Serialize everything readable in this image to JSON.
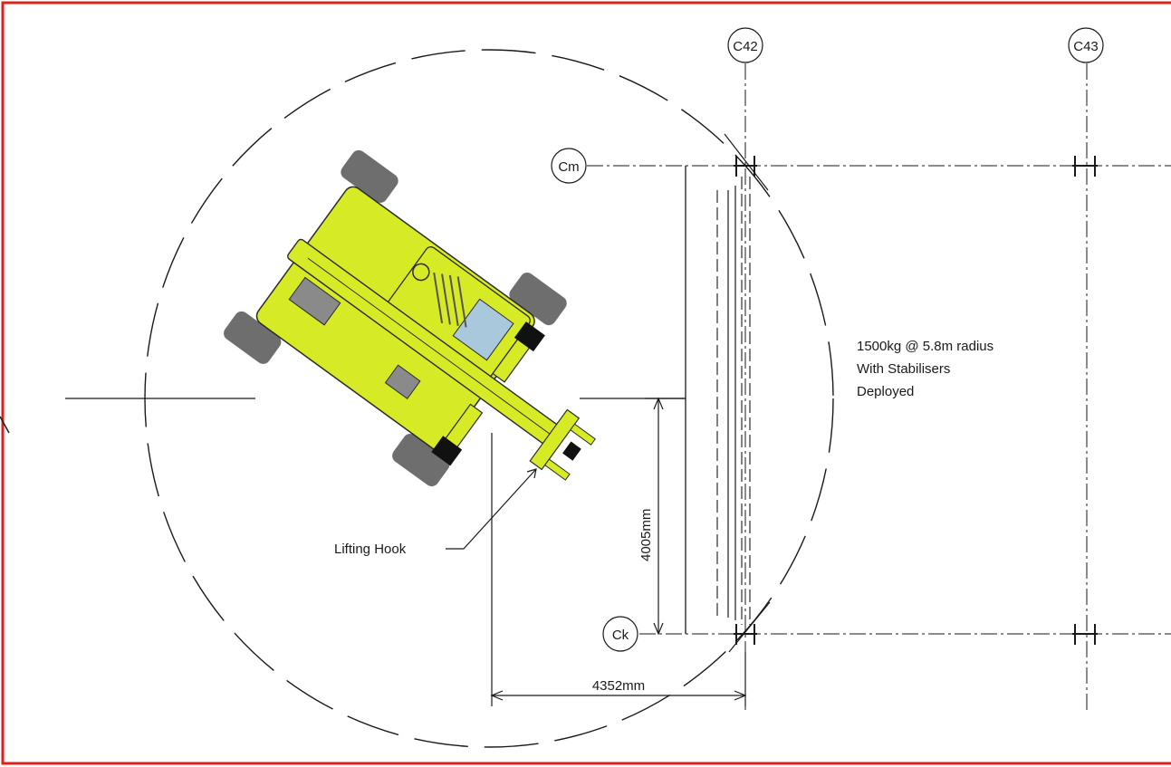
{
  "grid": {
    "columns": [
      "C42",
      "C43"
    ],
    "rows": [
      "Cm",
      "Ck"
    ]
  },
  "dimensions": {
    "vertical": "4005mm",
    "horizontal": "4352mm"
  },
  "capacity_note": {
    "line1": "1500kg @ 5.8m radius",
    "line2": "With Stabilisers",
    "line3": "Deployed"
  },
  "callout": {
    "lifting_hook": "Lifting Hook"
  },
  "colors": {
    "border": "#e0201a",
    "machine_body": "#d6ea25",
    "machine_dark": "#6e6e6e",
    "line": "#1a1a1a"
  },
  "icons": {
    "machine": "telehandler-top-view-icon"
  }
}
